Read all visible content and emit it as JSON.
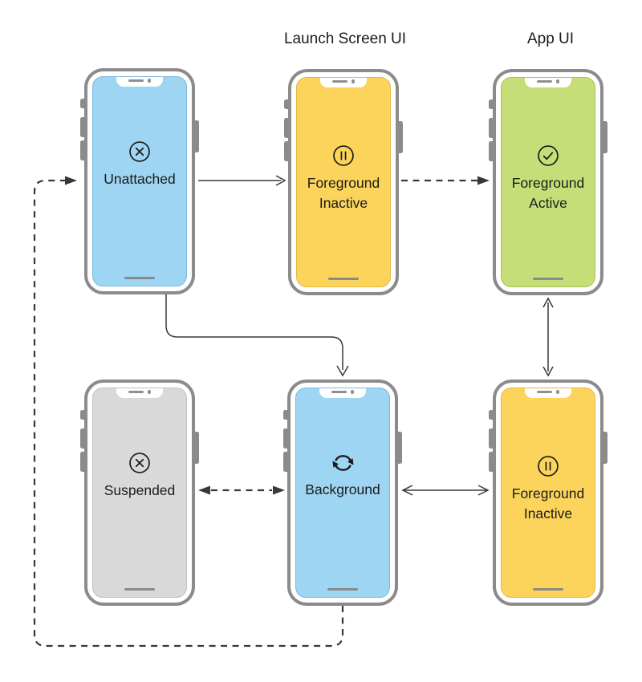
{
  "diagram": {
    "background": "#ffffff",
    "column_labels": {
      "launch_screen": "Launch Screen UI",
      "app_ui": "App UI"
    },
    "phones": [
      {
        "name": "unattached",
        "label_line1": "Unattached",
        "label_line2": "",
        "icon": "x-circle-icon",
        "screen_color": "#9ed5f2",
        "screen_edge": "#7db9da"
      },
      {
        "name": "foreground-inactive-launch",
        "label_line1": "Foreground",
        "label_line2": "Inactive",
        "icon": "pause-circle-icon",
        "screen_color": "#fcd45b",
        "screen_edge": "#e5b745"
      },
      {
        "name": "foreground-active",
        "label_line1": "Foreground",
        "label_line2": "Active",
        "icon": "check-circle-icon",
        "screen_color": "#c6de77",
        "screen_edge": "#a9c35c"
      },
      {
        "name": "suspended",
        "label_line1": "Suspended",
        "label_line2": "",
        "icon": "x-circle-icon",
        "screen_color": "#d9d9d9",
        "screen_edge": "#bfbfbf"
      },
      {
        "name": "background",
        "label_line1": "Background",
        "label_line2": "",
        "icon": "sync-icon",
        "screen_color": "#9ed5f2",
        "screen_edge": "#7db9da"
      },
      {
        "name": "foreground-inactive-app",
        "label_line1": "Foreground",
        "label_line2": "Inactive",
        "icon": "pause-circle-icon",
        "screen_color": "#fcd45b",
        "screen_edge": "#e5b745"
      }
    ],
    "arrows": [
      {
        "from": "unattached",
        "to": "foreground-inactive-launch",
        "style": "solid",
        "heads": "single"
      },
      {
        "from": "foreground-inactive-launch",
        "to": "foreground-active",
        "style": "dashed",
        "heads": "single"
      },
      {
        "from": "foreground-active",
        "to": "foreground-inactive-app",
        "style": "solid",
        "heads": "double"
      },
      {
        "from": "unattached",
        "to": "background",
        "style": "solid",
        "heads": "single"
      },
      {
        "from": "suspended",
        "to": "background",
        "style": "dashed",
        "heads": "double"
      },
      {
        "from": "background",
        "to": "foreground-inactive-app",
        "style": "solid",
        "heads": "double"
      },
      {
        "from": "background",
        "to": "unattached",
        "style": "dashed",
        "heads": "single"
      }
    ],
    "colors": {
      "frame": "#8b8b8b",
      "arrow": "#383838",
      "text": "#1b1b1b"
    }
  }
}
